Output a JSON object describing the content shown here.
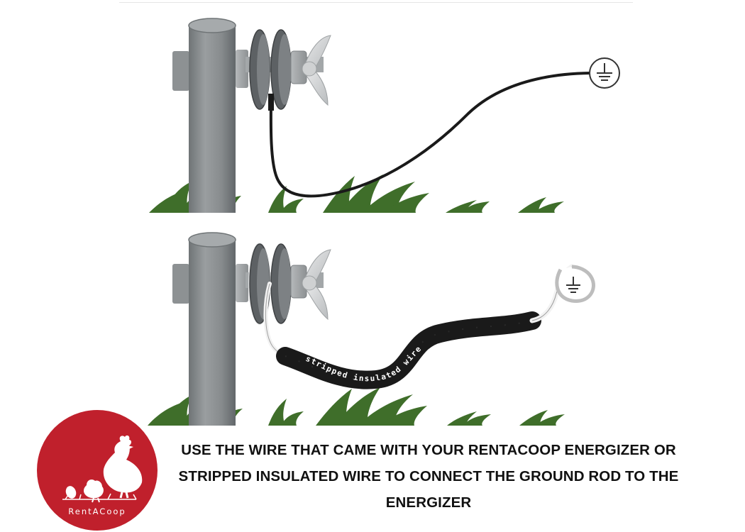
{
  "caption": {
    "line1": "USE THE WIRE THAT CAME WITH YOUR RENTACOOP ENERGIZER OR",
    "line2": "STRIPPED INSULATED WIRE TO CONNECT THE GROUND ROD TO THE",
    "line3": "ENERGIZER"
  },
  "wire_label": "stripped insulated wire",
  "logo": {
    "brand": "RentACoop",
    "background_color": "#c0202c"
  },
  "colors": {
    "post": "#8a8f91",
    "grass": "#3f6e2a",
    "wire": "#1a1a1a",
    "insulator": "#5d6164"
  },
  "icons": [
    "fence-post",
    "insulator",
    "wing-nut",
    "ground-symbol-icon",
    "grass-tuft",
    "chicken-logo-icon"
  ]
}
